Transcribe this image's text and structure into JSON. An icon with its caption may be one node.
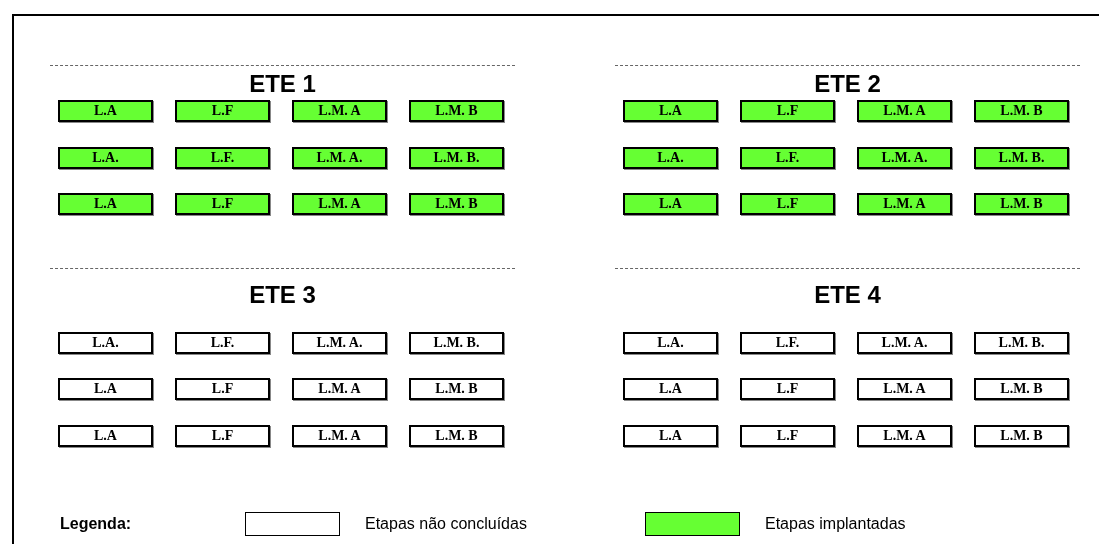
{
  "diagram": {
    "nodes": [
      {
        "text": [
          "L.A"
        ]
      },
      {
        "text": [
          "L.F"
        ]
      },
      {
        "text": [
          "L.M. A"
        ]
      },
      {
        "text": [
          "L.M. B"
        ]
      },
      {
        "text": [
          "L.A."
        ]
      },
      {
        "text": [
          "L.F."
        ]
      },
      {
        "text": [
          "L.M. A."
        ]
      },
      {
        "text": [
          "L.M. B."
        ]
      },
      {
        "text": [
          "L.A"
        ]
      },
      {
        "text": [
          "L.F"
        ]
      },
      {
        "text": [
          "L.M. A"
        ]
      },
      {
        "text": [
          "L.M. B"
        ]
      },
      {
        "text": [
          "L.A"
        ]
      },
      {
        "text": [
          "L.F"
        ]
      },
      {
        "text": [
          "L.M. A"
        ]
      },
      {
        "text": [
          "L.M. B"
        ]
      },
      {
        "text": [
          "L.A."
        ]
      },
      {
        "text": [
          "L.F."
        ]
      },
      {
        "text": [
          "L.M. A."
        ]
      },
      {
        "text": [
          "L.M. B."
        ]
      },
      {
        "text": [
          "L.A"
        ]
      },
      {
        "text": [
          "L.F"
        ]
      },
      {
        "text": [
          "L.M. A"
        ]
      },
      {
        "text": [
          "L.M. B"
        ]
      },
      {
        "text": [
          "L.A."
        ]
      },
      {
        "text": [
          "L.F."
        ]
      },
      {
        "text": [
          "L.M. A."
        ]
      },
      {
        "text": [
          "L.M. B."
        ]
      },
      {
        "text": [
          "L.A"
        ]
      },
      {
        "text": [
          "L.F"
        ]
      },
      {
        "text": [
          "L.M. A"
        ]
      },
      {
        "text": [
          "L.M. B"
        ]
      },
      {
        "text": [
          "L.A"
        ]
      },
      {
        "text": [
          "L.F"
        ]
      },
      {
        "text": [
          "L.M. A"
        ]
      },
      {
        "text": [
          "L.M. B"
        ]
      },
      {
        "text": [
          "L.A."
        ]
      },
      {
        "text": [
          "L.F."
        ]
      },
      {
        "text": [
          "L.M. A."
        ]
      },
      {
        "text": [
          "L.M. B."
        ]
      },
      {
        "text": [
          "L.A"
        ]
      },
      {
        "text": [
          "L.F"
        ]
      },
      {
        "text": [
          "L.M. A"
        ]
      },
      {
        "text": [
          "L.M. B"
        ]
      },
      {
        "text": [
          "L.A"
        ]
      },
      {
        "text": [
          "L.F"
        ]
      },
      {
        "text": [
          "L.M. A"
        ]
      },
      {
        "text": [
          "L.M. B"
        ]
      }
    ],
    "labels": [
      "ETE 1",
      "ETE 2",
      "ETE 3",
      "ETE 4",
      "Legenda:"
    ],
    "legend": [
      {
        "text": "Etapas não concluídas",
        "color": "#ffffff"
      },
      {
        "text": "Etapas implantadas",
        "color": "#66ff33"
      }
    ]
  }
}
